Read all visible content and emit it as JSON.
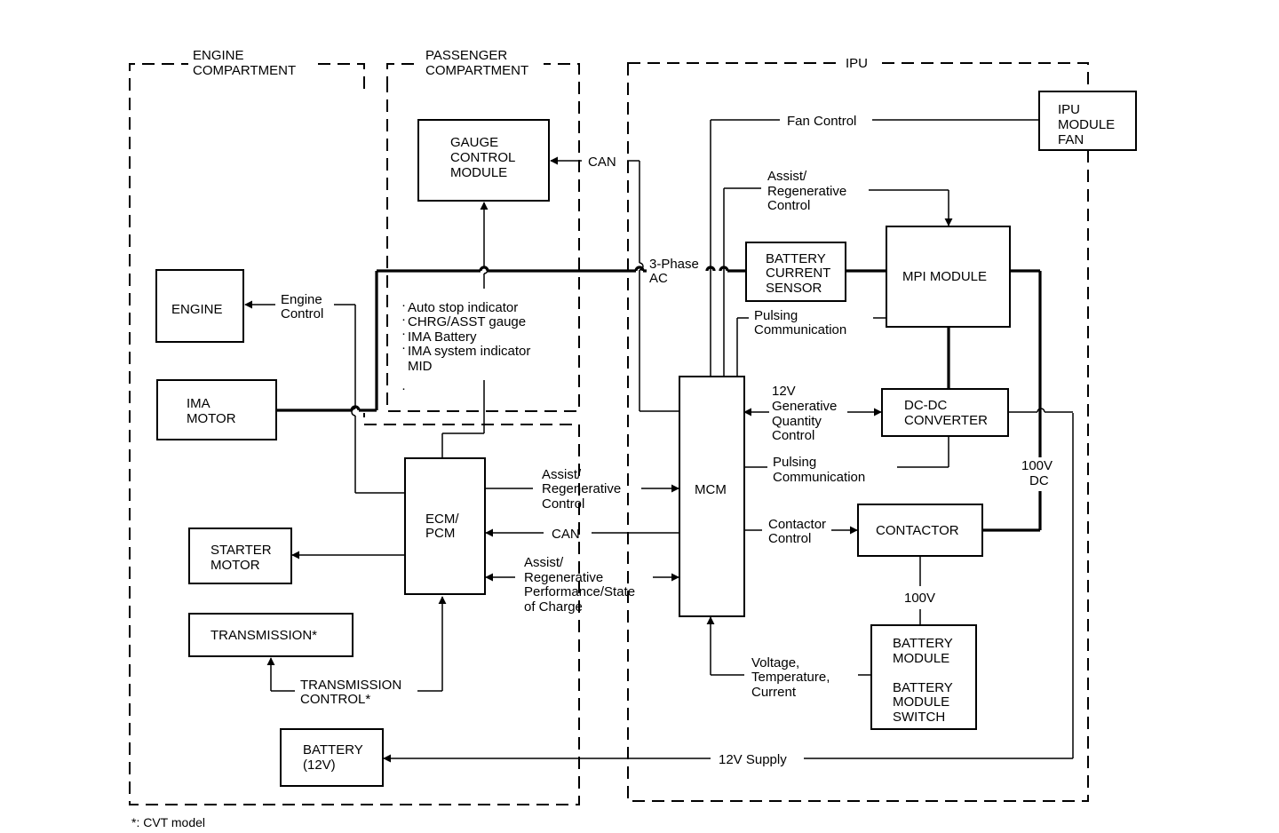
{
  "regions": {
    "engine": [
      "ENGINE",
      "COMPARTMENT"
    ],
    "passenger": [
      "PASSENGER",
      "COMPARTMENT"
    ],
    "ipu": "IPU"
  },
  "blocks": {
    "gauge": [
      "GAUGE",
      "CONTROL",
      "MODULE"
    ],
    "ipu_fan": [
      "IPU",
      "MODULE",
      "FAN"
    ],
    "engine": "ENGINE",
    "ima_motor": [
      "IMA",
      "MOTOR"
    ],
    "battery_current_sensor": [
      "BATTERY",
      "CURRENT",
      "SENSOR"
    ],
    "mpi": "MPI MODULE",
    "dcdc": [
      "DC-DC",
      "CONVERTER"
    ],
    "mcm": "MCM",
    "ecm": [
      "ECM/",
      "PCM"
    ],
    "starter": [
      "STARTER",
      "MOTOR"
    ],
    "contactor": "CONTACTOR",
    "transmission": "TRANSMISSION*",
    "battery_module": [
      "BATTERY",
      "MODULE",
      "",
      "BATTERY",
      "MODULE",
      "SWITCH"
    ],
    "battery_12v": [
      "BATTERY",
      "(12V)"
    ]
  },
  "labels": {
    "can_top": "CAN",
    "fan_control": "Fan Control",
    "assist_regen_top": [
      "Assist/",
      "Regenerative",
      "Control"
    ],
    "three_phase": [
      "3-Phase",
      "AC"
    ],
    "engine_control": [
      "Engine",
      "Control"
    ],
    "pulsing_upper": [
      "Pulsing",
      "Communication"
    ],
    "gauge_items": [
      "Auto stop indicator",
      "CHRG/ASST gauge",
      "IMA Battery",
      "IMA system indicator",
      "MID"
    ],
    "gen_quantity": [
      "12V",
      "Generative",
      "Quantity",
      "Control"
    ],
    "pulsing_lower": [
      "Pulsing",
      "Communication"
    ],
    "hundred_v_dc": [
      "100V",
      "DC"
    ],
    "assist_regen_mid": [
      "Assist/",
      "Regenerative",
      "Control"
    ],
    "can_mid": "CAN",
    "contactor_control": [
      "Contactor",
      "Control"
    ],
    "assist_regen_perf": [
      "Assist/",
      "Regenerative",
      "Performance/State",
      "of Charge"
    ],
    "hundred_v": "100V",
    "vtc": [
      "Voltage,",
      "Temperature,",
      "Current"
    ],
    "trans_control": [
      "TRANSMISSION",
      "CONTROL*"
    ],
    "supply_12v": "12V Supply"
  },
  "footnote": "*: CVT model"
}
